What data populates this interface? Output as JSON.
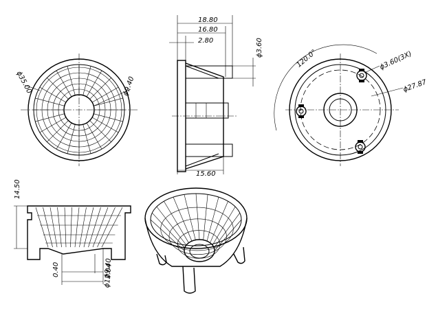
{
  "views": {
    "front_view": {
      "dims": {
        "outer_diameter": "ϕ35.00",
        "inner_diameter": "ϕ9.40"
      }
    },
    "side_view": {
      "dims": {
        "overall_length": "18.80",
        "flange_to_post": "16.80",
        "flange_thickness": "2.80",
        "post_diameter": "ϕ3.60",
        "body_length": "15.60"
      }
    },
    "back_view": {
      "dims": {
        "angle": "120.0°",
        "post_spec": "ϕ3.60(3X)",
        "bolt_circle": "ϕ27.87"
      }
    },
    "section_view": {
      "dims": {
        "height": "14.50",
        "gap": "0.40",
        "inner_bottom": "ϕ9.40",
        "outer_bottom": "ϕ12.04"
      }
    },
    "iso_view": {}
  }
}
